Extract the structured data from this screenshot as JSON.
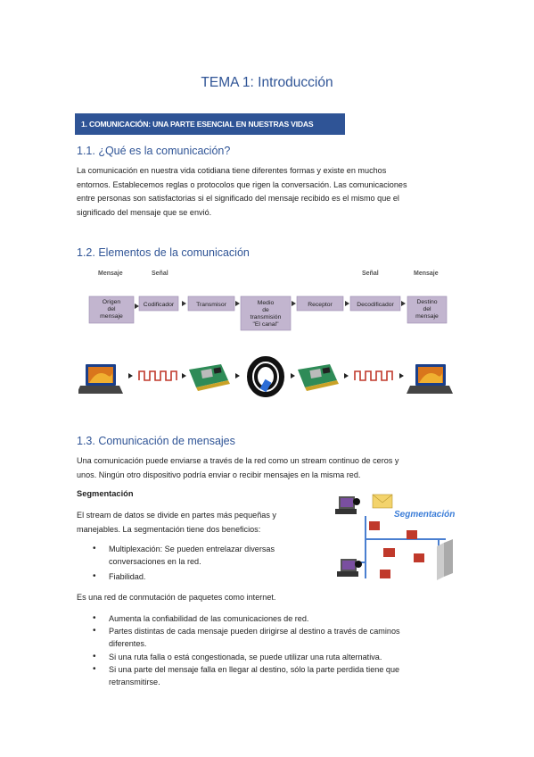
{
  "title": "TEMA 1: Introducción",
  "banner": "1. COMUNICACIÓN: UNA PARTE ESENCIAL EN NUESTRAS VIDAS",
  "s1": {
    "heading": "1.1. ¿Qué es la comunicación?",
    "lines": [
      "La comunicación en nuestra vida cotidiana tiene diferentes formas y existe en muchos",
      "entornos. Establecemos reglas o protocolos que rigen la conversación. Las comunicaciones",
      "entre personas son satisfactorias si el significado del mensaje recibido es el mismo que el",
      "significado del mensaje que se envió."
    ]
  },
  "s2": {
    "heading": "1.2. Elementos de la comunicación",
    "top_labels": [
      "Mensaje",
      "Señal",
      "Señal",
      "Mensaje"
    ],
    "boxes": [
      [
        "Origen",
        "del",
        "mensaje"
      ],
      [
        "Codificador"
      ],
      [
        "Transmisor"
      ],
      [
        "Medio",
        "de",
        "transmisión",
        "\"El canal\""
      ],
      [
        "Receptor"
      ],
      [
        "Decodificador"
      ],
      [
        "Destino",
        "del",
        "mensaje"
      ]
    ]
  },
  "s3": {
    "heading": "1.3. Comunicación de mensajes",
    "intro": [
      "Una comunicación puede enviarse a través de la red como un stream continuo de ceros y",
      "unos. Ningún otro dispositivo podría enviar o recibir mensajes en la misma red."
    ],
    "seg_heading": "Segmentación",
    "seg_lines": [
      "El stream de datos se divide en partes más pequeñas y",
      "manejables. La segmentación tiene dos beneficios:"
    ],
    "seg_bullets": [
      [
        "Multiplexación: Se pueden entrelazar diversas",
        "conversaciones en la red."
      ],
      [
        "Fiabilidad."
      ]
    ],
    "seg_image_label": "Segmentación",
    "net_line": "Es una red de conmutación de paquetes como internet.",
    "net_bullets": [
      [
        "Aumenta la confiabilidad de las comunicaciones de red."
      ],
      [
        "Partes distintas de cada mensaje pueden dirigirse al destino a través de caminos",
        "diferentes."
      ],
      [
        "Si una ruta falla o está congestionada, se puede utilizar una ruta alternativa."
      ],
      [
        "Si una parte del mensaje falla en llegar al destino, sólo la parte perdida tiene que",
        "retransmitirse."
      ]
    ]
  }
}
